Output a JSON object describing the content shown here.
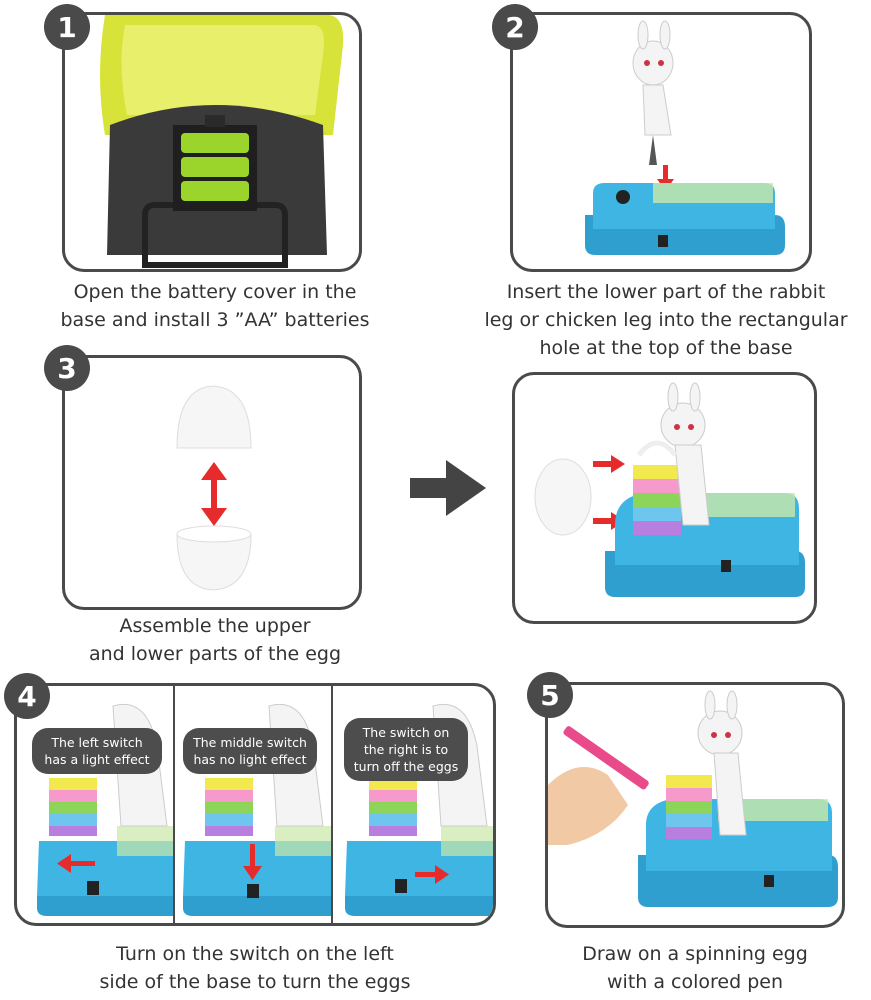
{
  "steps": {
    "s1": {
      "number": "1",
      "caption": "Open the battery cover in the\nbase and install 3 ”AA” batteries"
    },
    "s2": {
      "number": "2",
      "caption": "Insert the lower part of the rabbit\nleg or chicken leg into the rectangular\nhole at the top of the base"
    },
    "s3": {
      "number": "3",
      "caption": "Assemble the upper\nand lower parts of the egg"
    },
    "s4": {
      "number": "4",
      "caption": "Turn on the switch on the left\nside of the base to turn the eggs",
      "bubbles": [
        "The left switch\nhas a light effect",
        "The middle switch\nhas no light effect",
        "The switch on\nthe right is to\nturn off the eggs"
      ]
    },
    "s5": {
      "number": "5",
      "caption": "Draw on a spinning egg\nwith a colored pen"
    }
  },
  "colors": {
    "border": "#4a4a4a",
    "base_blue": "#3fb5e3",
    "red_arrow": "#e52b2b",
    "lid_yellow": "#d8e33a",
    "battery_green": "#9bd42b"
  },
  "icons": {
    "transition_arrow": "right-arrow-icon",
    "double_arrow": "vertical-double-arrow-icon"
  }
}
